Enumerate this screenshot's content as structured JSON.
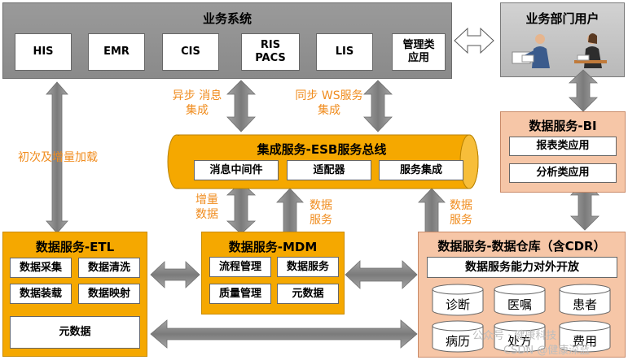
{
  "business_systems": {
    "title": "业务系统",
    "items": [
      "HIS",
      "EMR",
      "CIS",
      "RIS PACS",
      "LIS",
      "管理类 应用"
    ]
  },
  "business_users": {
    "title": "业务部门用户"
  },
  "bi": {
    "title": "数据服务-BI",
    "items": [
      "报表类应用",
      "分析类应用"
    ]
  },
  "esb": {
    "title": "集成服务-ESB服务总线",
    "items": [
      "消息中间件",
      "适配器",
      "服务集成"
    ]
  },
  "etl": {
    "title": "数据服务-ETL",
    "items": [
      "数据采集",
      "数据清洗",
      "数据装载",
      "数据映射"
    ],
    "meta": "元数据"
  },
  "mdm": {
    "title": "数据服务-MDM",
    "items": [
      "流程管理",
      "数据服务",
      "质量管理",
      "元数据"
    ]
  },
  "cdr": {
    "title": "数据服务-数据仓库（含CDR）",
    "open": "数据服务能力对外开放",
    "dbs": [
      "诊断",
      "医嘱",
      "患者",
      "病历",
      "处方",
      "费用"
    ]
  },
  "labels": {
    "async": "异步 消息集成",
    "sync": "同步 WS服务集成",
    "initial_load": "初次及增量加载",
    "incremental": "增量 数据",
    "data_service_1": "数据 服务",
    "data_service_2": "数据 服务"
  },
  "watermark": {
    "line1": "公众号 · 健康科技",
    "line2": "CSDN @健康深蓝"
  },
  "colors": {
    "yellow": "#f5a800",
    "peach": "#f6c6a7",
    "gray": "#8f8f8f",
    "arrow": "#8c8c8c",
    "label_orange": "#f08c1e"
  }
}
